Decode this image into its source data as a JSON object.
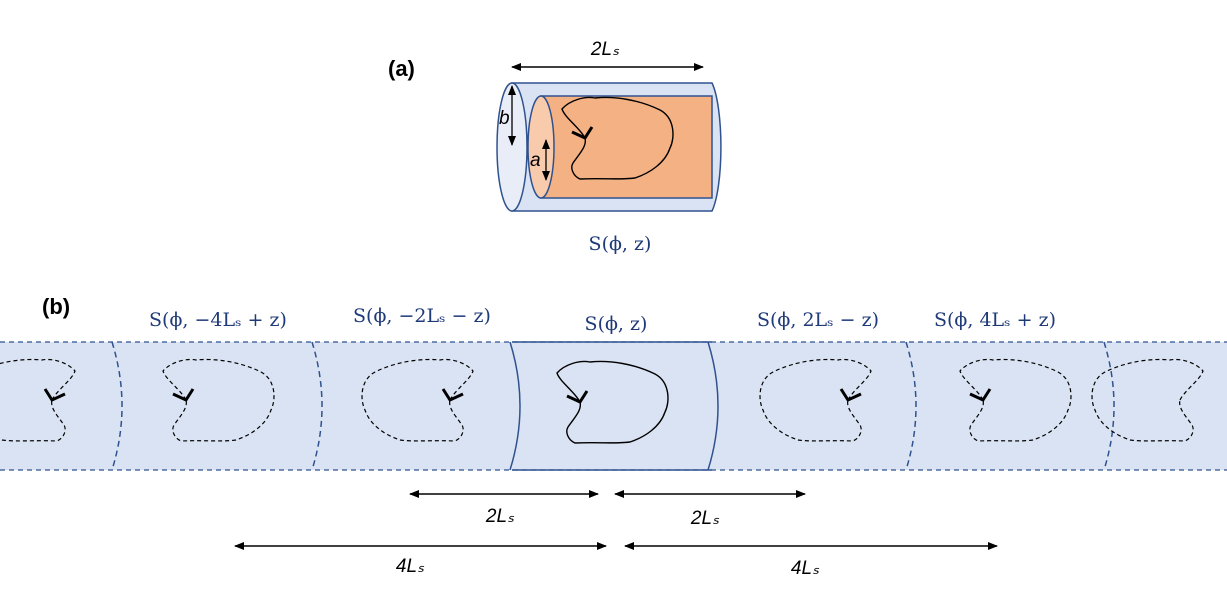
{
  "panel_a": {
    "label": "(a)",
    "length_label": "2Lₛ",
    "outer_radius_label": "b",
    "inner_radius_label": "a",
    "caption": "S(ϕ, z)"
  },
  "panel_b": {
    "label": "(b)",
    "segment_labels": [
      "S(ϕ, −4Lₛ + z)",
      "S(ϕ, −2Lₛ − z)",
      "S(ϕ, z)",
      "S(ϕ, 2Lₛ − z)",
      "S(ϕ, 4Lₛ + z)"
    ],
    "arrows": [
      "2Lₛ",
      "2Lₛ",
      "4Lₛ",
      "4Lₛ"
    ]
  },
  "colors": {
    "tube": "#dae3f3",
    "edge": "#2f528f",
    "core": "#f4b183",
    "core_end": "#f8cbad",
    "text": "#1f3a78"
  }
}
